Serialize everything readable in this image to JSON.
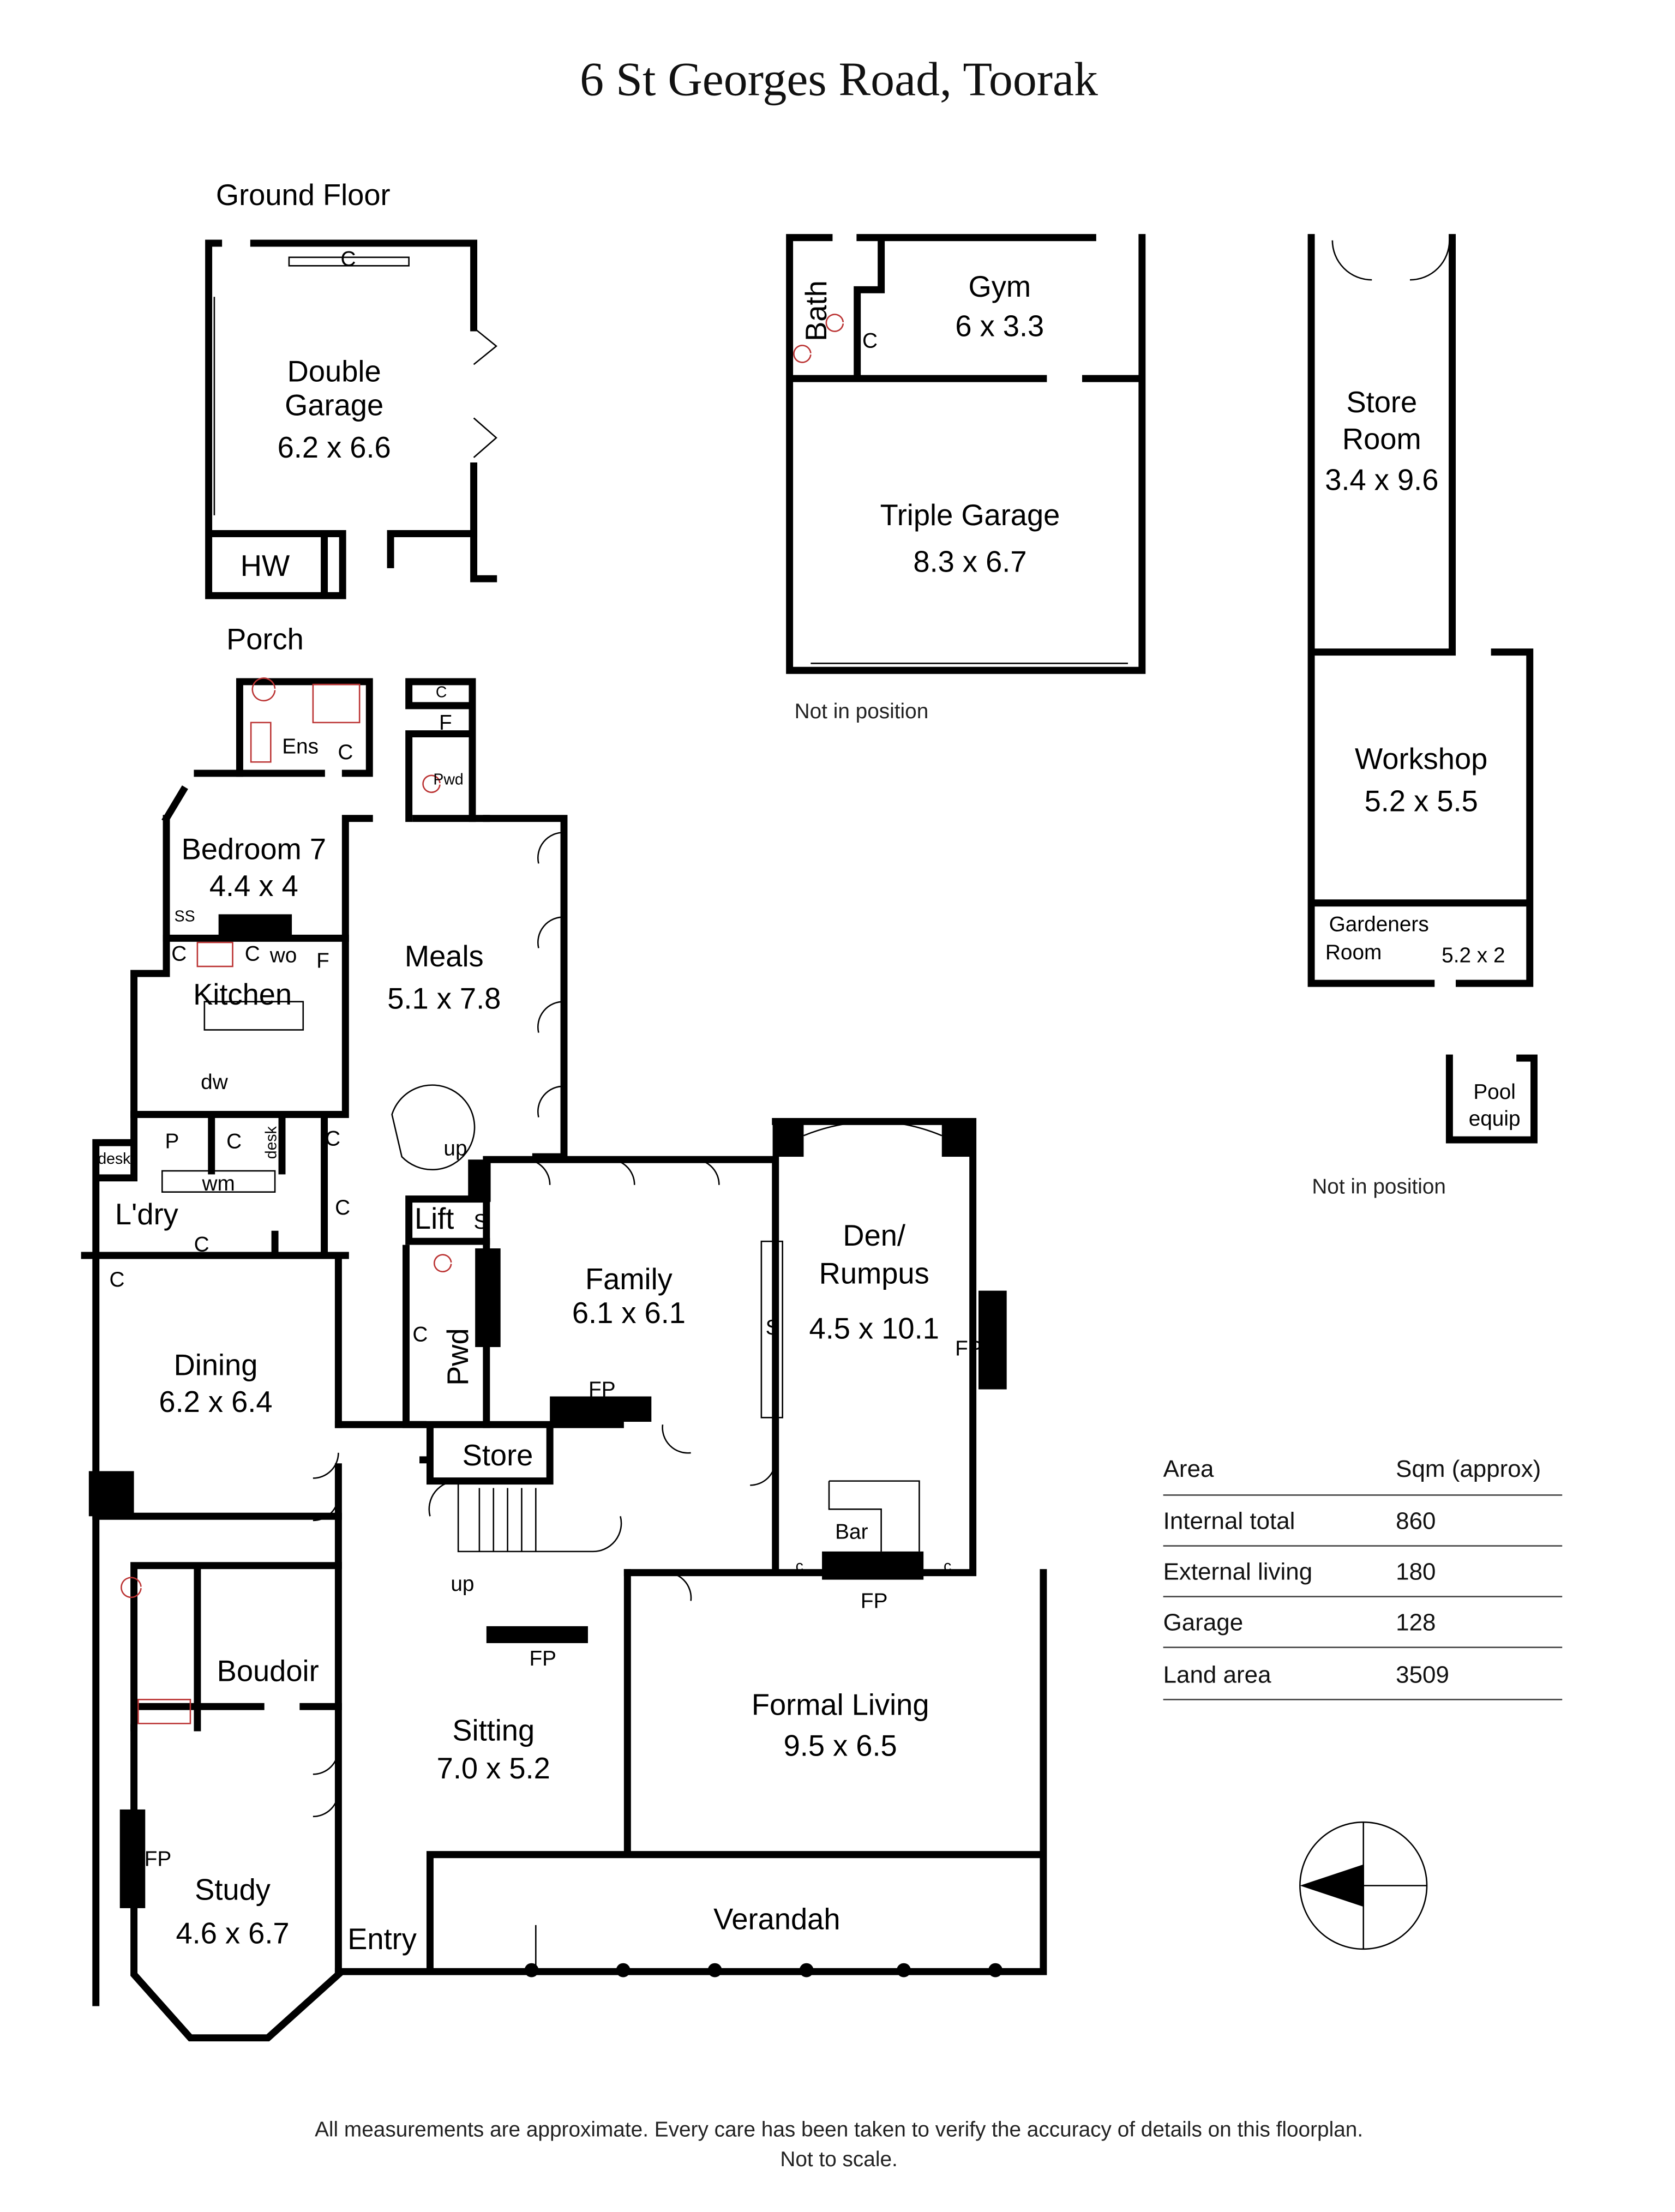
{
  "title": "6 St Georges Road, Toorak",
  "floor_label": "Ground Floor",
  "rooms": {
    "double_garage": {
      "name1": "Double",
      "name2": "Garage",
      "size": "6.2 x 6.6"
    },
    "hw": "HW",
    "porch": "Porch",
    "ens": "Ens",
    "pwd_upper": "Pwd",
    "bedroom7": {
      "name": "Bedroom 7",
      "size": "4.4 x 4"
    },
    "kitchen": "Kitchen",
    "meals": {
      "name": "Meals",
      "size": "5.1 x 7.8"
    },
    "laundry": "L'dry",
    "dining": {
      "name": "Dining",
      "size": "6.2 x 6.4"
    },
    "boudoir": "Boudoir",
    "study": {
      "name": "Study",
      "size": "4.6 x 6.7"
    },
    "entry": "Entry",
    "sitting": {
      "name": "Sitting",
      "size": "7.0 x 5.2"
    },
    "store": "Store",
    "pwd_lower": "Pwd",
    "lift": "Lift",
    "family": {
      "name": "Family",
      "size": "6.1 x 6.1"
    },
    "den": {
      "name1": "Den/",
      "name2": "Rumpus",
      "size": "4.5 x 10.1"
    },
    "bar": "Bar",
    "formal_living": {
      "name": "Formal Living",
      "size": "9.5 x 6.5"
    },
    "verandah": "Verandah",
    "gym": {
      "name": "Gym",
      "size": "6 x 3.3"
    },
    "bath": "Bath",
    "triple_garage": {
      "name": "Triple Garage",
      "size": "8.3 x 6.7"
    },
    "store_room": {
      "name1": "Store",
      "name2": "Room",
      "size": "3.4 x 9.6"
    },
    "workshop": {
      "name": "Workshop",
      "size": "5.2 x 5.5"
    },
    "gardeners": {
      "name1": "Gardeners",
      "name2": "Room",
      "size": "5.2 x 2"
    },
    "pool_equip": {
      "name1": "Pool",
      "name2": "equip"
    }
  },
  "fixtures": {
    "c": "C",
    "c_lower": "c",
    "f": "F",
    "fp": "FP",
    "ss": "SS",
    "wo": "wo",
    "dw": "dw",
    "p": "P",
    "desk": "desk",
    "wm": "wm",
    "s": "S",
    "up": "up"
  },
  "not_in_position": "Not in position",
  "area_table": {
    "header": [
      "Area",
      "Sqm (approx)"
    ],
    "rows": [
      [
        "Internal total",
        "860"
      ],
      [
        "External living",
        "180"
      ],
      [
        "Garage",
        "128"
      ],
      [
        "Land area",
        "3509"
      ]
    ]
  },
  "compass": {
    "icon": "north-arrow-icon",
    "direction": "west"
  },
  "footer": {
    "line1": "All measurements are approximate. Every care has been taken to verify the accuracy of details on this floorplan.",
    "line2": "Not to scale."
  }
}
